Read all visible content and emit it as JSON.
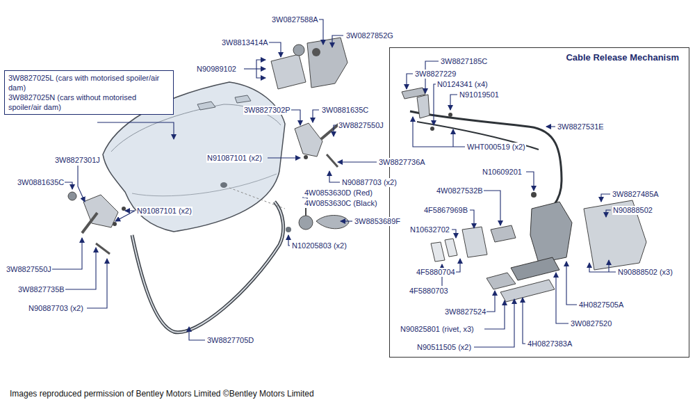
{
  "diagram": {
    "caption": "Images reproduced permission of Bentley Motors Limited ©Bentley Motors Limited",
    "nodes": [
      {
        "text": [
          "3W8827025L (cars with motorised spoiler/air dam)",
          "3W8827025N (cars without motorised spoiler/air dam)"
        ]
      },
      {
        "text": [
          "Cable Release Mechanism"
        ]
      }
    ],
    "labels": [
      "3W0827588A",
      "3W0827852G",
      "3W8813414A",
      "N90989102",
      "3W8827302P",
      "3W0881635C",
      "3W8827550J",
      "3W8827736A",
      "N91087101 (x2)",
      "N90887703 (x2)",
      "3W8827301J",
      "3W0881635C",
      "N91087101 (x2)",
      "4W0853630D (Red)",
      "4W0853630C (Black)",
      "3W8853689F",
      "N10205803 (x2)",
      "3W8827550J",
      "3W8827735B",
      "N90887703 (x2)",
      "3W8827705D",
      "3W8827229",
      "3W8827185C",
      "N0124341 (x4)",
      "N91019501",
      "3W8827531E",
      "WHT000519 (x2)",
      "N10609201",
      "4W0827532B",
      "4F5867969B",
      "N10632702",
      "3W8827485A",
      "N90888502",
      "4F5880704",
      "4F5880703",
      "3W8827524",
      "N90825801 (rivet, x3)",
      "N90511505 (x2)",
      "3W0827520",
      "4H0827383A",
      "4H0827505A",
      "N90888502 (x3)"
    ]
  }
}
